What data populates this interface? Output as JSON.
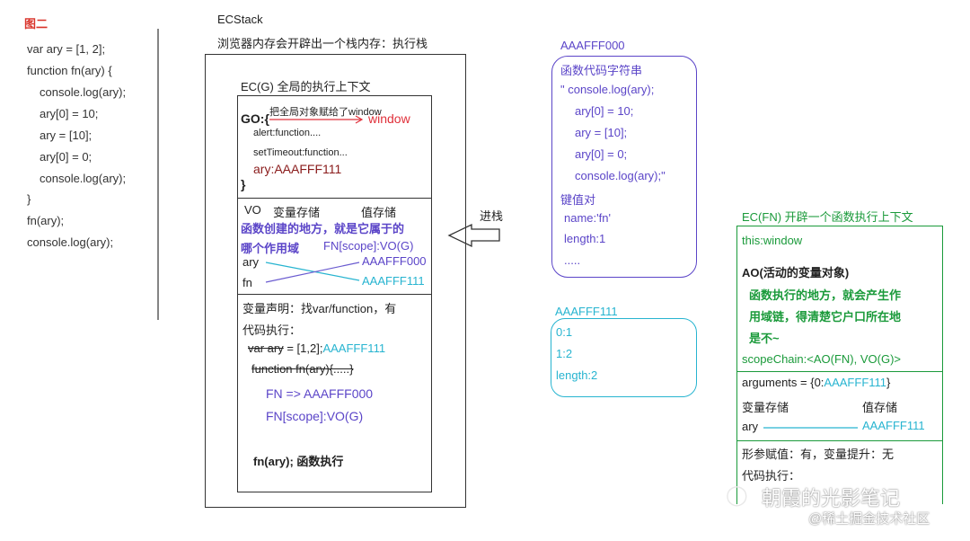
{
  "figure_label": "图二",
  "code": {
    "lines": [
      "var ary = [1, 2];",
      "function fn(ary) {",
      "console.log(ary);",
      "ary[0] = 10;",
      "ary = [10];",
      "ary[0] = 0;",
      "console.log(ary);",
      "}",
      "fn(ary);",
      "console.log(ary);"
    ]
  },
  "ecstack": {
    "title": "ECStack",
    "subtitle": "浏览器内存会开辟出一个栈内存：执行栈",
    "ecg_title": "EC(G) 全局的执行上下文",
    "go": {
      "label": "GO:{",
      "note": "把全局对象赋给了window",
      "window": "window",
      "alert": "alert:function....",
      "settimeout": "setTimeout:function...",
      "ary": "ary:AAAFFF111",
      "close": "}"
    },
    "vo": {
      "header_vo": "VO",
      "header_var": "变量存储",
      "header_val": "值存储",
      "desc1": "函数创建的地方，就是它属于的",
      "desc2": "哪个作用域",
      "scope": "FN[scope]:VO(G)",
      "ary": "ary",
      "fn": "fn",
      "val1": "AAAFFF000",
      "val2": "AAAFFF111"
    },
    "exec": {
      "decl": "变量声明：找var/function，有",
      "exec_label": "代码执行：",
      "line1a": "var ary",
      "line1b": " = [1,2];",
      "line1c": "AAAFFF111",
      "line2": "function fn(ary){.....}",
      "fn_ref": "FN => AAAFFF000",
      "fn_scope": "FN[scope]:VO(G)",
      "call": "fn(ary); 函数执行"
    }
  },
  "push_label": "进栈",
  "heap_fn": {
    "addr": "AAAFFF000",
    "lines": [
      "函数代码字符串",
      "\"   console.log(ary);",
      "ary[0] = 10;",
      "ary = [10];",
      "ary[0] = 0;",
      "console.log(ary);\"",
      "键值对",
      "name:'fn'",
      "length:1",
      "....."
    ]
  },
  "heap_arr": {
    "addr": "AAAFFF111",
    "lines": [
      "0:1",
      "1:2",
      "length:2"
    ]
  },
  "ecfn": {
    "title": "EC(FN) 开辟一个函数执行上下文",
    "this": "this:window",
    "ao": "AO(活动的变量对象)",
    "desc1": "函数执行的地方，就会产生作",
    "desc2": "用域链，得清楚它户口所在地",
    "desc3": "是不~",
    "scopechain": "scopeChain:<AO(FN), VO(G)>",
    "arguments_a": "arguments = {0:",
    "arguments_b": "AAAFFF111",
    "arguments_c": "}",
    "var_store": "变量存储",
    "val_store": "值存储",
    "ary": "ary",
    "ary_val": "AAAFFF111",
    "params": "形参赋值：有，变量提升：无",
    "exec": "代码执行："
  },
  "watermark": {
    "name": "朝霞的光影笔记",
    "source": "@稀土掘金技术社区"
  },
  "colors": {
    "purple": "#5b45c8",
    "cyan": "#27b4d0",
    "green": "#1a9a3a",
    "red": "#e0303a",
    "darkred": "#8a1b1b"
  }
}
